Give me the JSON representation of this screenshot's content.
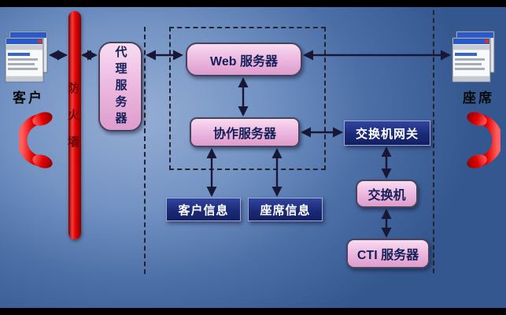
{
  "colors": {
    "background_light": "#97aed5",
    "background_dark": "#35578f",
    "node_pink": "#eebbe2",
    "node_navy": "#1b2a78",
    "firewall_red": "#e30505",
    "arrow": "#181836"
  },
  "left_zone": {
    "client_label": "客户",
    "firewall_label": "防火墙",
    "proxy_label": "代理服务器",
    "client_computer_icon": "computer-window-icon",
    "client_phone_icon": "red-telephone-icon"
  },
  "server_zone": {
    "web_server_label": "Web 服务器",
    "collab_server_label": "协作服务器",
    "client_info_label": "客户信息",
    "agent_info_label": "座席信息"
  },
  "right_zone": {
    "switch_gateway_label": "交换机网关",
    "switch_label": "交换机",
    "cti_server_label": "CTI 服务器",
    "agent_label": "座席",
    "agent_computer_icon": "computer-window-icon",
    "agent_phone_icon": "red-telephone-icon"
  }
}
